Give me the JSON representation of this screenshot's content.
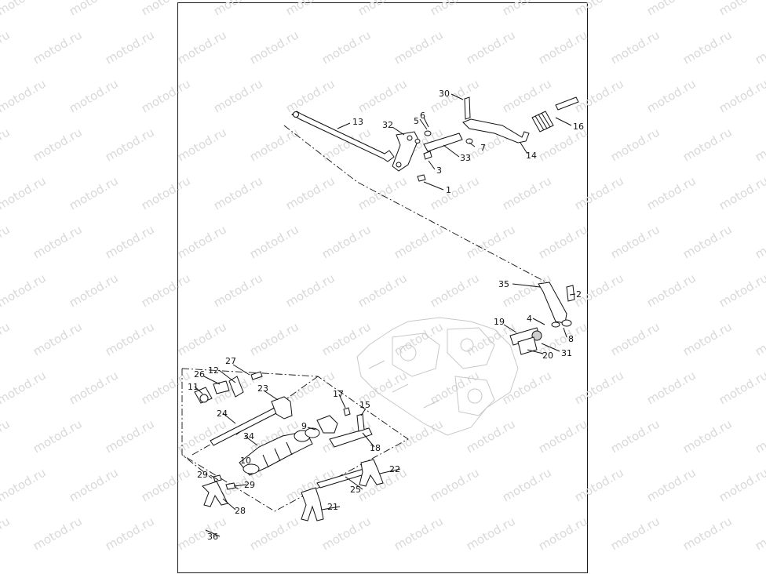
{
  "watermark": {
    "text": "motod.ru"
  },
  "callouts": [
    "1",
    "2",
    "3",
    "4",
    "5",
    "6",
    "7",
    "8",
    "9",
    "10",
    "11",
    "12",
    "13",
    "14",
    "15",
    "16",
    "17",
    "18",
    "19",
    "20",
    "21",
    "22",
    "23",
    "24",
    "25",
    "26",
    "27",
    "28",
    "29",
    "29",
    "30",
    "31",
    "32",
    "33",
    "34",
    "35",
    "36"
  ],
  "colors": {
    "line": "#111111",
    "watermark": "#d9d9d9",
    "ghost": "#c8c8c8",
    "background": "#ffffff"
  }
}
